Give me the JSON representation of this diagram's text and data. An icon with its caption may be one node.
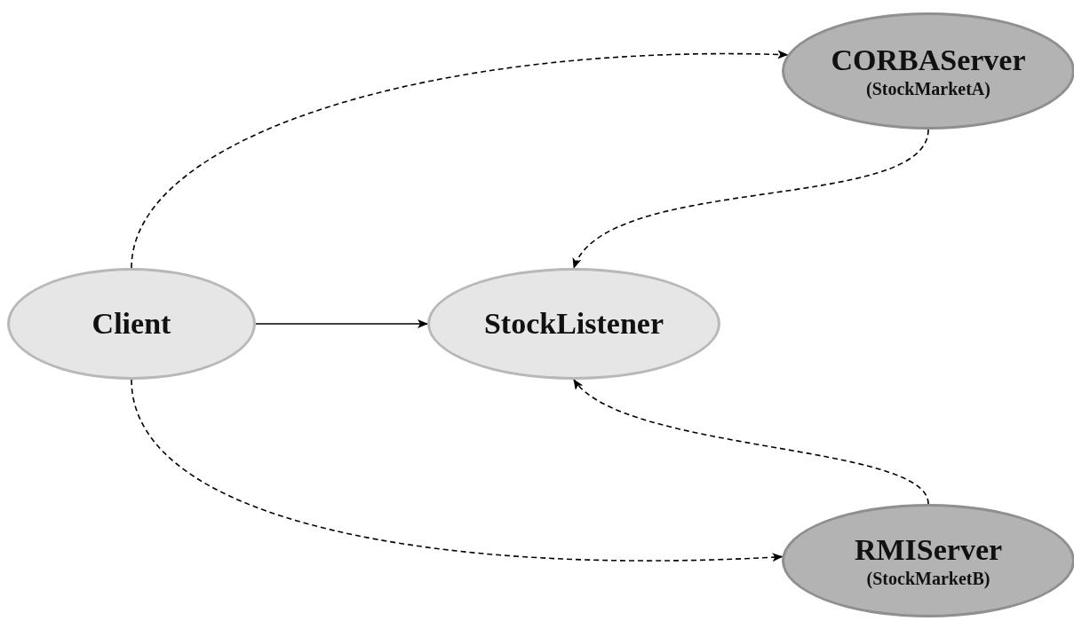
{
  "diagram": {
    "nodes": [
      {
        "text": [
          "CORBAServer",
          "(StockMarketA)"
        ]
      },
      {
        "text": [
          "Client"
        ]
      },
      {
        "text": [
          "StockListener"
        ]
      },
      {
        "text": [
          "RMIServer",
          "(StockMarketB)"
        ]
      }
    ],
    "edges": [
      {
        "from": 1,
        "to": 0,
        "arrow": "to",
        "style": "dashed"
      },
      {
        "from": 0,
        "to": 2,
        "arrow": "to",
        "style": "dashed"
      },
      {
        "from": 1,
        "to": 2,
        "arrow": "to"
      },
      {
        "from": 3,
        "to": 2,
        "arrow": "to",
        "style": "dashed"
      },
      {
        "from": 1,
        "to": 3,
        "arrow": "to",
        "style": "dashed"
      }
    ]
  }
}
